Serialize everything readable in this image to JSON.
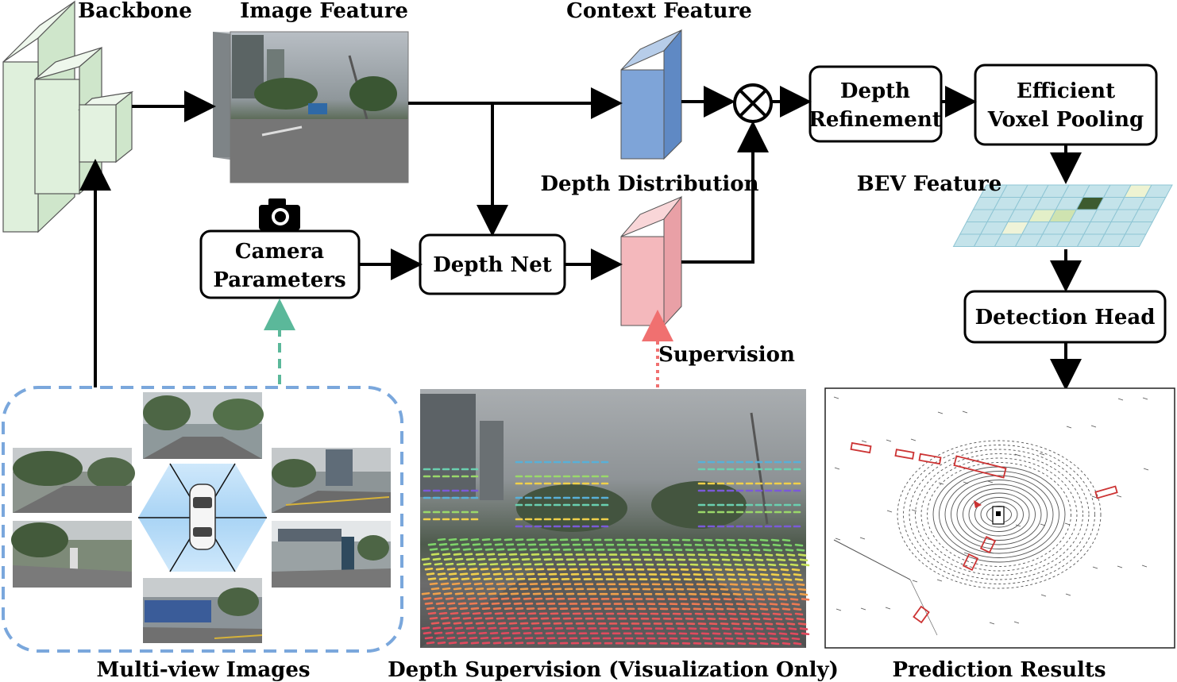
{
  "labels": {
    "backbone": "Backbone",
    "image_feature": "Image Feature",
    "context_feature": "Context Feature",
    "depth_distribution": "Depth Distribution",
    "bev_feature": "BEV Feature",
    "supervision": "Supervision",
    "multiview_images": "Multi-view Images",
    "depth_supervision": "Depth Supervision (Visualization Only)",
    "prediction_results": "Prediction Results"
  },
  "boxes": {
    "camera_parameters": [
      "Camera",
      "Parameters"
    ],
    "depth_net": "Depth Net",
    "depth_refinement": [
      "Depth",
      "Refinement"
    ],
    "efficient_voxel_pooling": [
      "Efficient",
      "Voxel Pooling"
    ],
    "detection_head": "Detection Head"
  },
  "colors": {
    "backbone": "#dff0dc",
    "context_feature": "#7ea4d8",
    "depth_distribution": "#f4b8bc",
    "bev_grid": "#c4e3ea",
    "camera_guidance": "#5bb89a",
    "supervision_arrow": "#f07070",
    "multiview_border": "#7aa7dc",
    "bev_hexagon": "#a9d4f5",
    "prediction_box": "#cc3333"
  },
  "icons": {
    "camera": "camera-icon",
    "multiply": "multiply-operator-icon",
    "car": "ego-car-icon"
  }
}
